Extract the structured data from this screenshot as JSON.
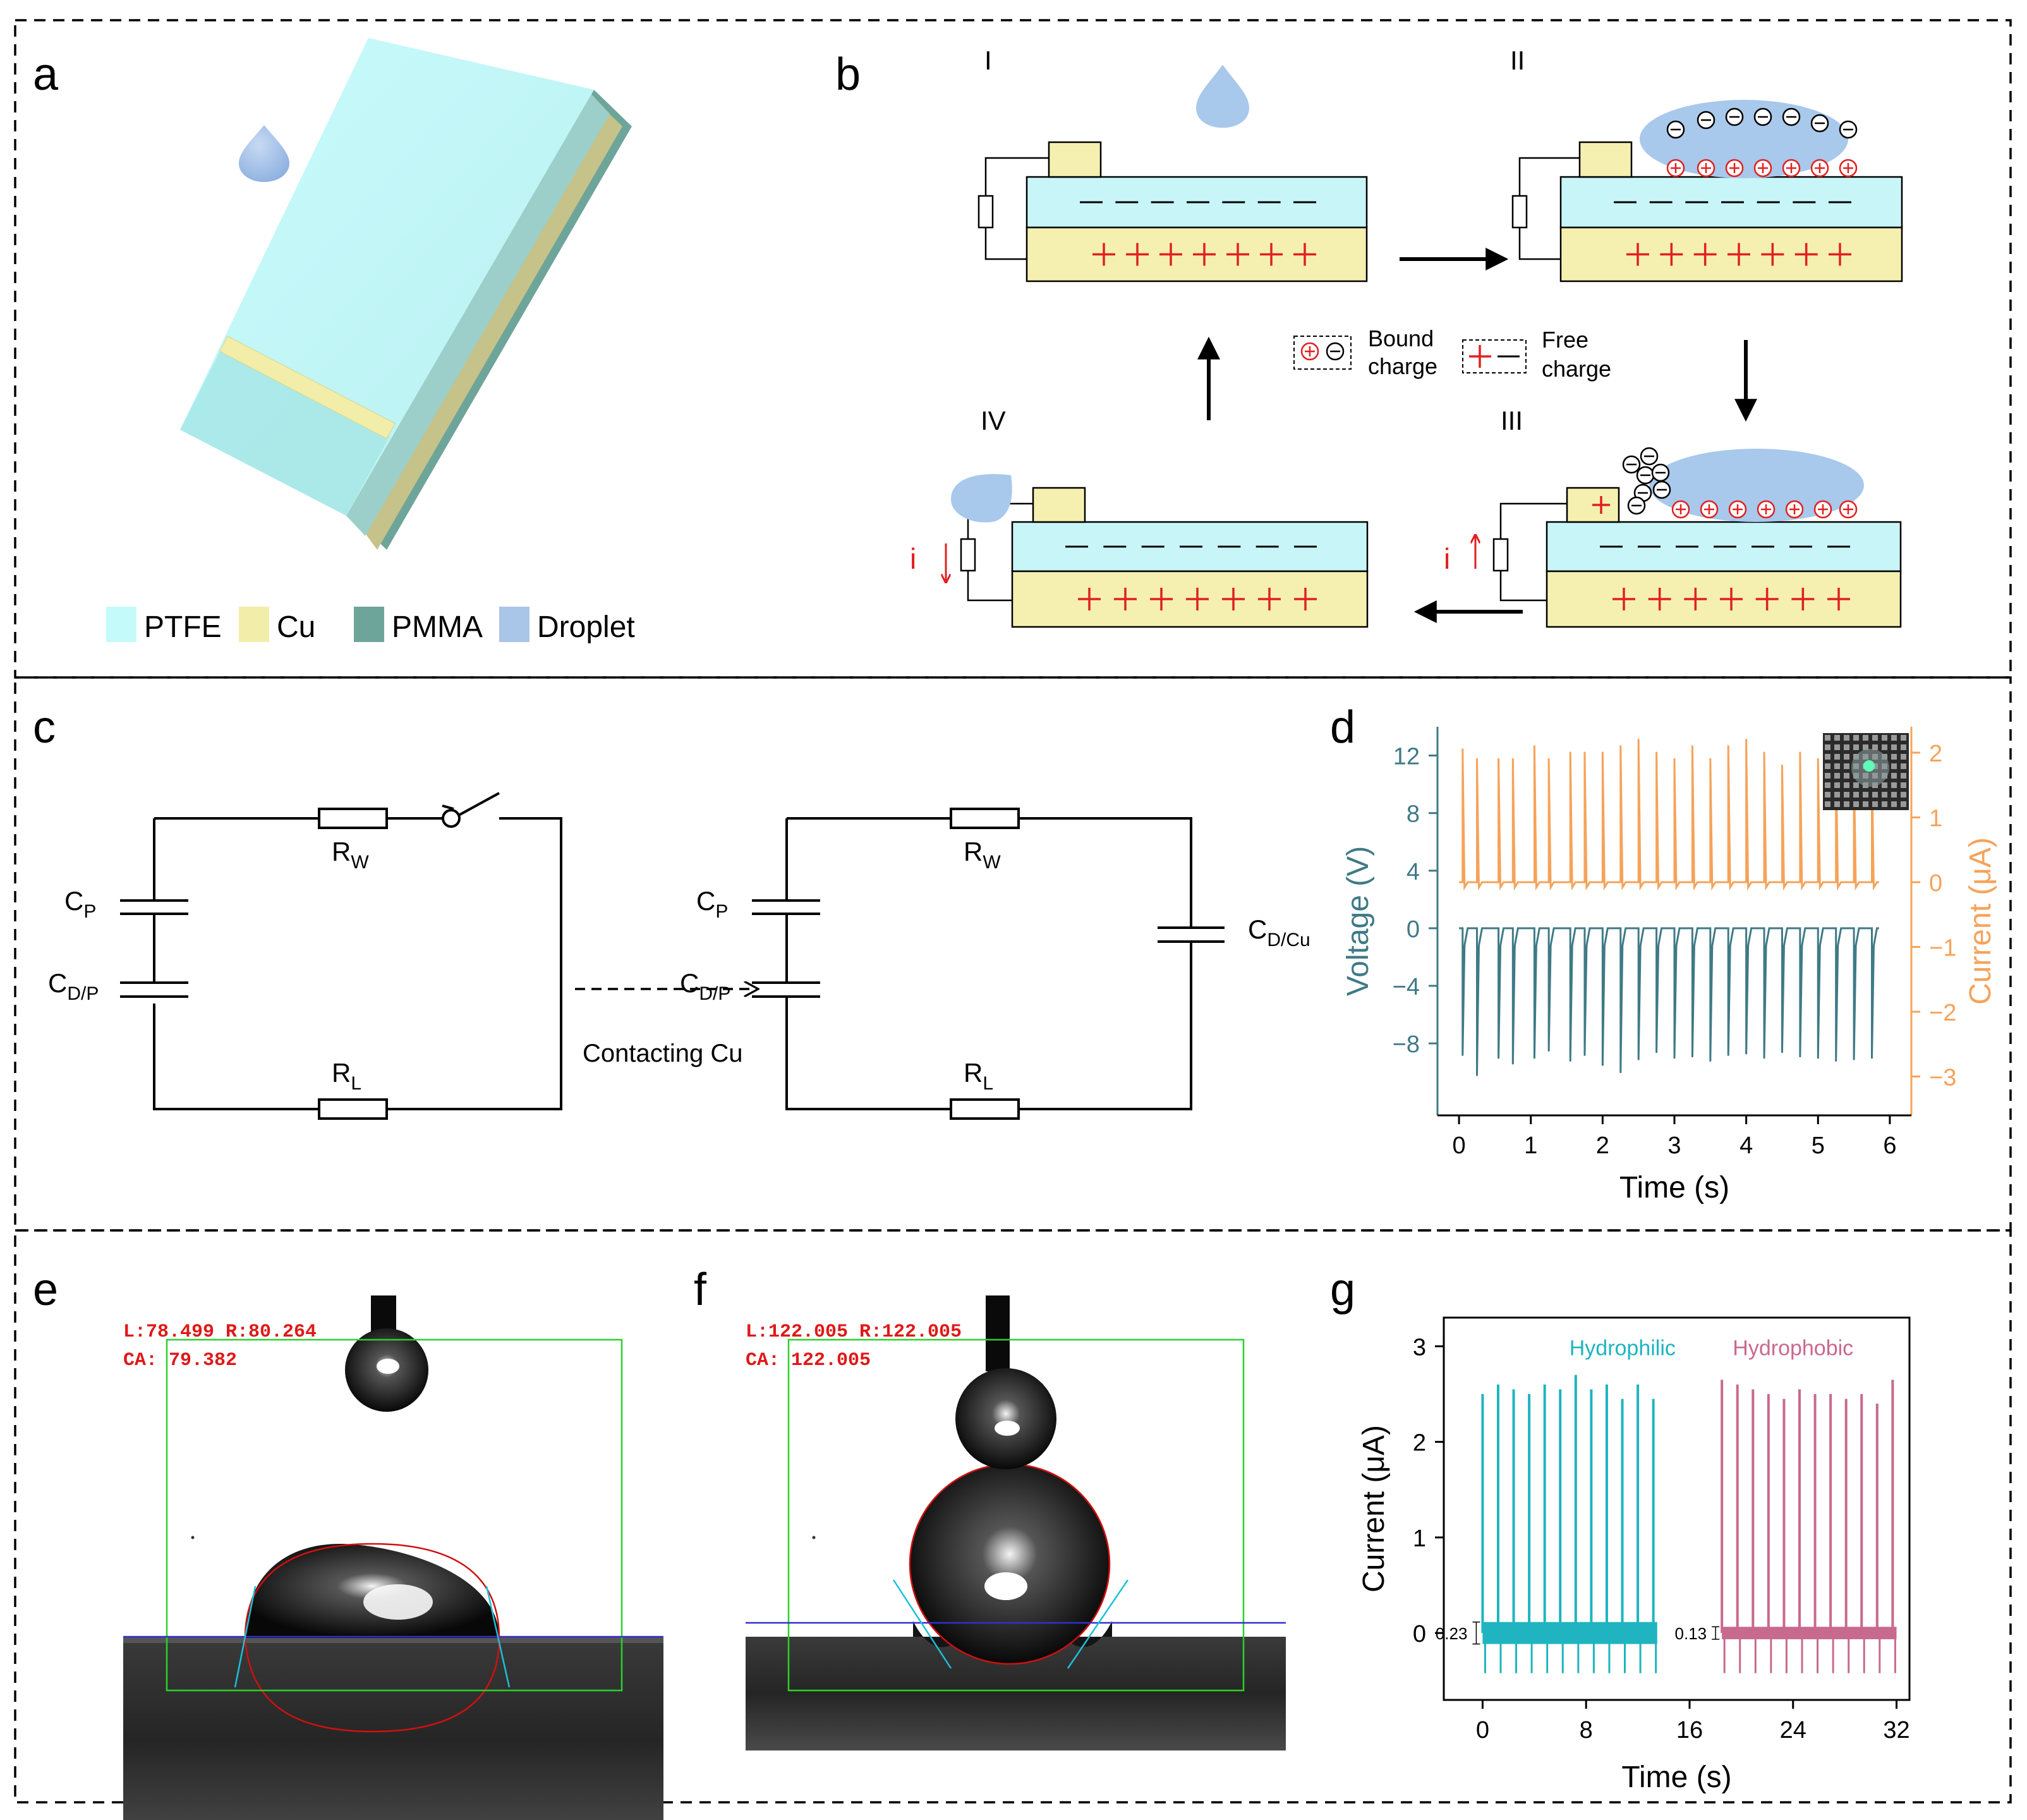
{
  "panels": {
    "a": "a",
    "b": "b",
    "c": "c",
    "d": "d",
    "e": "e",
    "f": "f",
    "g": "g"
  },
  "legend_a": [
    {
      "label": "PTFE",
      "color": "#c4fafa"
    },
    {
      "label": "Cu",
      "color": "#f2eeaa"
    },
    {
      "label": "PMMA",
      "color": "#6ea59a"
    },
    {
      "label": "Droplet",
      "color": "#a9c5e8"
    }
  ],
  "panel_b": {
    "stages": [
      "I",
      "II",
      "III",
      "IV"
    ],
    "legend": {
      "bound": "Bound\ncharge",
      "bound_1": "Bound",
      "bound_2": "charge",
      "free_1": "Free",
      "free_2": "charge"
    },
    "current_label": "i",
    "colors": {
      "ptfe": "#c8f5f8",
      "cu": "#f5f0b0",
      "droplet": "#a8c8ec",
      "plus": "#e02020"
    }
  },
  "panel_c": {
    "left": {
      "rw": "R",
      "rw_sub": "W",
      "cp": "C",
      "cp_sub": "P",
      "cdp": "C",
      "cdp_sub": "D/P",
      "rl": "R",
      "rl_sub": "L"
    },
    "arrow_label": "Contacting Cu",
    "right": {
      "rw": "R",
      "rw_sub": "W",
      "cp": "C",
      "cp_sub": "P",
      "cdp": "C",
      "cdp_sub": "D/P",
      "rl": "R",
      "rl_sub": "L",
      "cdcu": "C",
      "cdcu_sub": "D/Cu"
    }
  },
  "panel_e": {
    "line1": "L:78.499  R:80.264",
    "line2": "CA: 79.382"
  },
  "panel_f": {
    "line1": "L:122.005  R:122.005",
    "line2": "CA: 122.005"
  },
  "chart_data": [
    {
      "panel": "d",
      "type": "line",
      "xlabel": "Time (s)",
      "ylabel_left": "Voltage (V)",
      "ylabel_right": "Current (μA)",
      "xlim": [
        -0.3,
        6.3
      ],
      "xticks": [
        0,
        1,
        2,
        3,
        4,
        5,
        6
      ],
      "ylim_left": [
        -13,
        14
      ],
      "yticks_left": [
        12,
        8,
        4,
        0,
        -4,
        -8
      ],
      "ylim_right": [
        -3.6,
        2.4
      ],
      "yticks_right": [
        2,
        1,
        0,
        -1,
        -2,
        -3
      ],
      "series": [
        {
          "axis": "left",
          "color": "#3f7a86",
          "baseline": 0,
          "spike_times": [
            0.05,
            0.25,
            0.55,
            0.75,
            1.05,
            1.25,
            1.55,
            1.75,
            2.0,
            2.25,
            2.5,
            2.75,
            3.0,
            3.25,
            3.5,
            3.75,
            4.0,
            4.25,
            4.5,
            4.75,
            5.0,
            5.25,
            5.5,
            5.75
          ],
          "spike_values": [
            -8.8,
            -10.2,
            -9.0,
            -9.4,
            -9.0,
            -8.5,
            -9.2,
            -8.8,
            -9.5,
            -10.0,
            -9.1,
            -8.6,
            -9.0,
            -8.9,
            -9.2,
            -8.8,
            -8.7,
            -9.0,
            -8.6,
            -8.9,
            -9.0,
            -9.2,
            -9.1,
            -9.0
          ]
        },
        {
          "axis": "right",
          "color": "#f5a35a",
          "baseline": 0,
          "spike_times": [
            0.05,
            0.25,
            0.55,
            0.75,
            1.05,
            1.25,
            1.55,
            1.75,
            2.0,
            2.25,
            2.5,
            2.75,
            3.0,
            3.25,
            3.5,
            3.75,
            4.0,
            4.25,
            4.5,
            4.75,
            5.0,
            5.25,
            5.5,
            5.75
          ],
          "spike_values": [
            2.05,
            1.9,
            1.9,
            1.9,
            2.1,
            1.9,
            2.0,
            2.0,
            2.0,
            2.1,
            2.2,
            2.0,
            1.9,
            2.1,
            1.9,
            2.1,
            2.2,
            2.0,
            1.8,
            2.0,
            1.9,
            2.0,
            1.8,
            1.8
          ]
        }
      ]
    },
    {
      "panel": "g",
      "type": "line",
      "xlabel": "Time (s)",
      "ylabel": "Current (μA)",
      "xlim": [
        -3,
        33
      ],
      "xticks": [
        0,
        8,
        16,
        24,
        32
      ],
      "ylim": [
        -0.7,
        3.3
      ],
      "yticks": [
        0,
        1,
        2,
        3
      ],
      "series": [
        {
          "name": "Hydrophilic",
          "color": "#1fb4c0",
          "noise_band": 0.23,
          "spike_times": [
            0.0,
            1.2,
            2.4,
            3.6,
            4.8,
            6.0,
            7.2,
            8.4,
            9.6,
            10.8,
            12.0,
            13.2
          ],
          "spike_values": [
            2.5,
            2.6,
            2.55,
            2.5,
            2.6,
            2.55,
            2.7,
            2.55,
            2.6,
            2.45,
            2.6,
            2.45
          ]
        },
        {
          "name": "Hydrophobic",
          "color": "#c8698e",
          "noise_band": 0.13,
          "spike_times": [
            18.5,
            19.7,
            20.9,
            22.1,
            23.3,
            24.5,
            25.7,
            26.9,
            28.1,
            29.3,
            30.5,
            31.7
          ],
          "spike_values": [
            2.65,
            2.6,
            2.55,
            2.5,
            2.45,
            2.55,
            2.5,
            2.5,
            2.45,
            2.5,
            2.4,
            2.65
          ]
        }
      ],
      "annotations": [
        "0.23",
        "0.13"
      ]
    }
  ]
}
